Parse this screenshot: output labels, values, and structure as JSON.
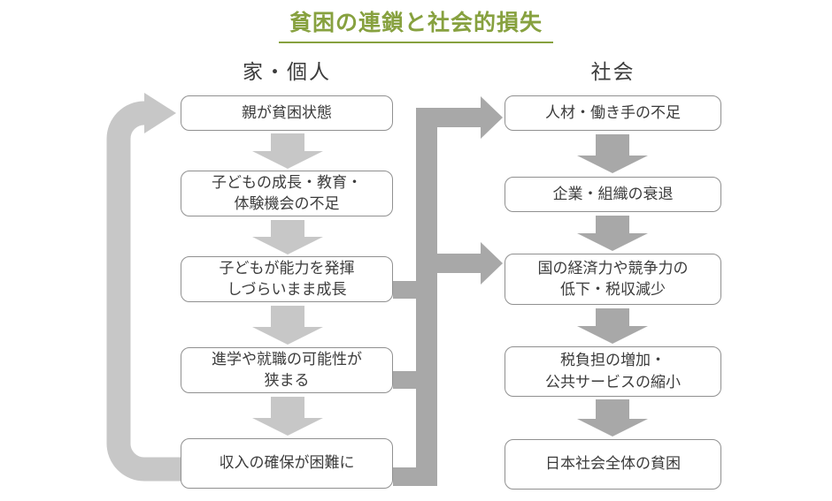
{
  "title": "貧困の連鎖と社会的損失",
  "columns": {
    "left": {
      "header": "家・個人",
      "boxes": [
        {
          "lines": [
            "親が貧困状態"
          ]
        },
        {
          "lines": [
            "子どもの成長・教育・",
            "体験機会の不足"
          ]
        },
        {
          "lines": [
            "子どもが能力を発揮",
            "しづらいまま成長"
          ]
        },
        {
          "lines": [
            "進学や就職の可能性が",
            "狭まる"
          ]
        },
        {
          "lines": [
            "収入の確保が困難に"
          ]
        }
      ]
    },
    "right": {
      "header": "社会",
      "boxes": [
        {
          "lines": [
            "人材・働き手の不足"
          ]
        },
        {
          "lines": [
            "企業・組織の衰退"
          ]
        },
        {
          "lines": [
            "国の経済力や競争力の",
            "低下・税収減少"
          ]
        },
        {
          "lines": [
            "税負担の増加・",
            "公共サービスの縮小"
          ]
        },
        {
          "lines": [
            "日本社会全体の貧困"
          ]
        }
      ]
    }
  },
  "colors": {
    "title_green": "#87a13f",
    "box_border": "#909090",
    "box_text": "#3c3c3c",
    "arrow_light": "#c7c7c7",
    "arrow_dark": "#a8a8a8",
    "background": "#ffffff"
  }
}
